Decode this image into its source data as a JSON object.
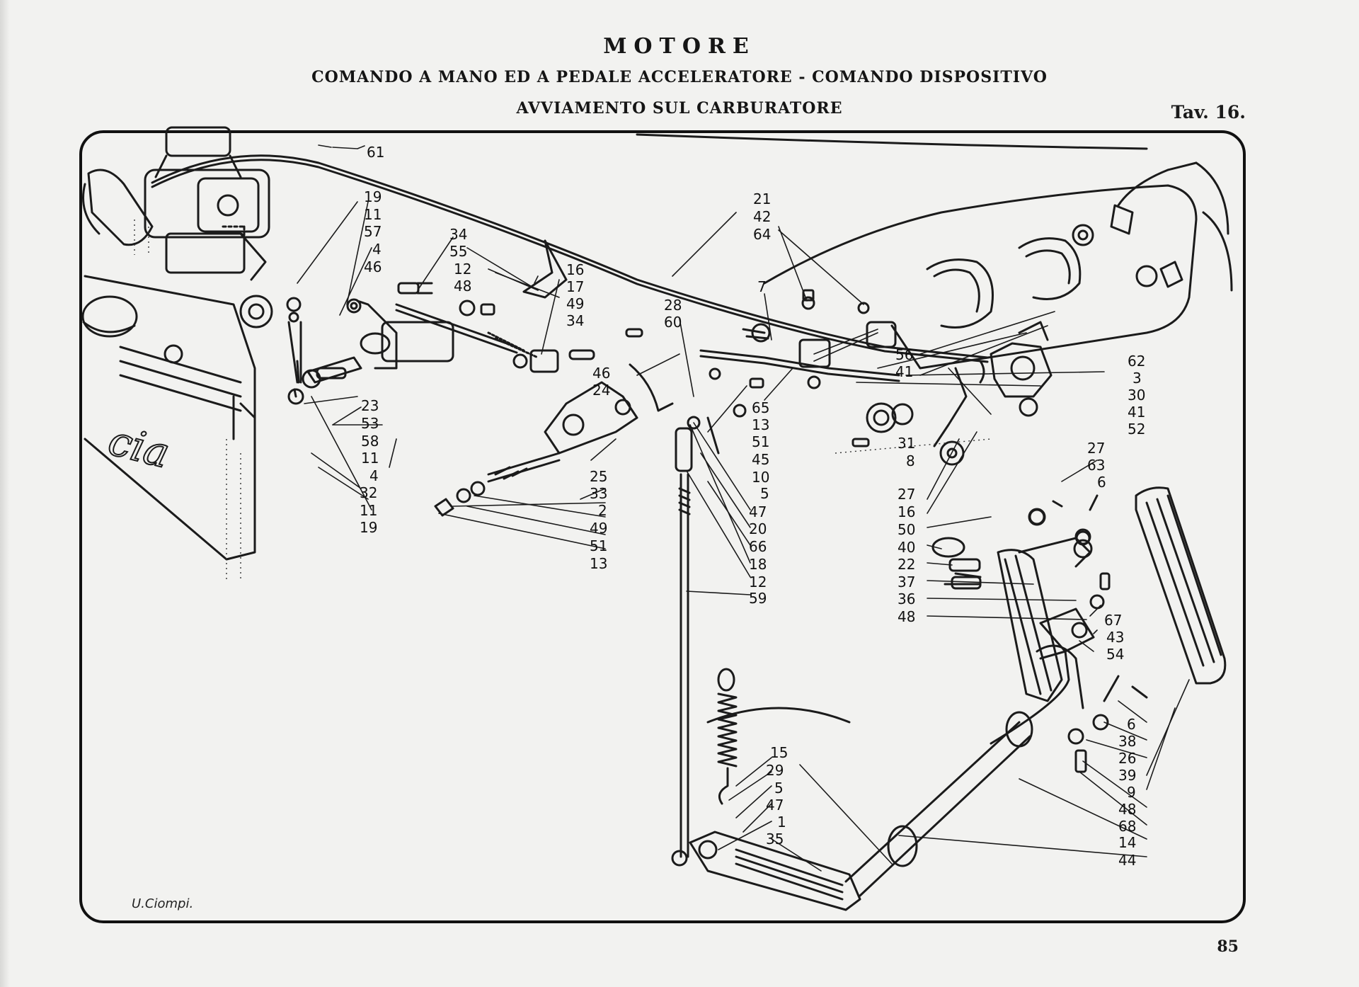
{
  "header": {
    "title": "MOTORE",
    "subtitle_line1": "COMANDO A MANO ED A PEDALE ACCELERATORE - COMANDO DISPOSITIVO",
    "subtitle_line2": "AVVIAMENTO SUL CARBURATORE",
    "table_label": "Tav. 16."
  },
  "drawing": {
    "watermark_text": "cia",
    "signature": "U.Ciompi.",
    "callout_groups": [
      {
        "id": "g61",
        "labels": [
          "61"
        ]
      },
      {
        "id": "g-left1",
        "labels": [
          "19",
          "11",
          "57",
          "4",
          "46"
        ]
      },
      {
        "id": "g-left2",
        "labels": [
          "34",
          "55",
          "12",
          "48"
        ]
      },
      {
        "id": "g-mid1",
        "labels": [
          "16",
          "17",
          "49",
          "34"
        ]
      },
      {
        "id": "g-mid2",
        "labels": [
          "28",
          "60"
        ]
      },
      {
        "id": "g-top",
        "labels": [
          "21",
          "42",
          "64"
        ]
      },
      {
        "id": "g7",
        "labels": [
          "7"
        ]
      },
      {
        "id": "g-46-24",
        "labels": [
          "46",
          "24"
        ]
      },
      {
        "id": "g-56-41",
        "labels": [
          "56",
          "41"
        ]
      },
      {
        "id": "g-right1",
        "labels": [
          "62",
          "3",
          "30",
          "41",
          "52"
        ]
      },
      {
        "id": "g-left3",
        "labels": [
          "23",
          "53",
          "58",
          "11",
          "4"
        ]
      },
      {
        "id": "g-left4",
        "labels": [
          "32",
          "11",
          "19"
        ]
      },
      {
        "id": "g-mid3",
        "labels": [
          "65",
          "13",
          "51",
          "45",
          "10",
          "5"
        ]
      },
      {
        "id": "g-31-8",
        "labels": [
          "31",
          "8"
        ]
      },
      {
        "id": "g-27-63-6",
        "labels": [
          "27",
          "63",
          "6"
        ]
      },
      {
        "id": "g-25-33",
        "labels": [
          "25",
          "33",
          "2",
          "49",
          "51",
          "13"
        ]
      },
      {
        "id": "g-47-59",
        "labels": [
          "47",
          "20",
          "66",
          "18",
          "12",
          "59"
        ]
      },
      {
        "id": "g-right2",
        "labels": [
          "27",
          "16",
          "50",
          "40",
          "22",
          "37",
          "36",
          "48"
        ]
      },
      {
        "id": "g-right3",
        "labels": [
          "67",
          "43",
          "54"
        ]
      },
      {
        "id": "g-right4",
        "labels": [
          "6",
          "38",
          "26",
          "39",
          "9",
          "48",
          "68",
          "14",
          "44"
        ]
      },
      {
        "id": "g-bottom",
        "labels": [
          "15",
          "29",
          "5",
          "47",
          "1",
          "35"
        ]
      }
    ]
  },
  "footer": {
    "page_number": "85"
  }
}
